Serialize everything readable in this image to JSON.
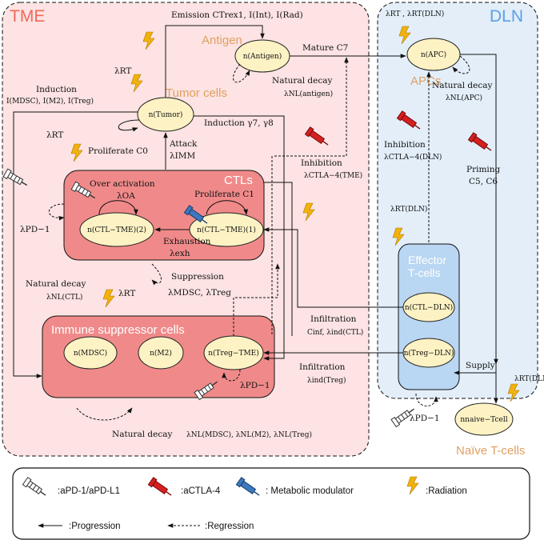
{
  "regions": {
    "tme": "TME",
    "dln": "DLN"
  },
  "labels": {
    "antigen": "Antigen",
    "tumor_cells": "Tumor cells",
    "apcs": "APCs",
    "ctls": "CTLs",
    "immune_suppressor": "Immune suppressor cells",
    "effector_1": "Effector",
    "effector_2": "T-cells",
    "naive": "Naïve T-cells"
  },
  "nodes": {
    "antigen": "n(Antigen)",
    "tumor": "n(Tumor)",
    "apc": "n(APC)",
    "ctl2": "n(CTL−TME)(2)",
    "ctl1": "n(CTL−TME)(1)",
    "mdsc": "n(MDSC)",
    "m2": "n(M2)",
    "treg_tme": "n(Treg−TME)",
    "ctl_dln": "n(CTL−DLN)",
    "treg_dln": "n(Treg−DLN)",
    "naive": "nnaive−Tcell"
  },
  "edges": {
    "emission": "Emission CTrex1, I(Int), I(Rad)",
    "mature": "Mature C7",
    "lambda_rt_top": "λRT",
    "lambda_rt_dln_top": "λRT , λRT(DLN)",
    "natural_decay": "Natural decay",
    "lambda_nl_antigen": "λNL(antigen)",
    "lambda_nl_apc": "λNL(APC)",
    "induction": "Induction",
    "induction_terms": "I(MDSC), I(M2), I(Treg)",
    "induction_gamma": "Induction γ7, γ8",
    "proliferate_c0": "Proliferate C0",
    "attack": "Attack",
    "lambda_imm": "λIMM",
    "inhibition": "Inhibition",
    "lambda_ctla4_tme": "λCTLA−4(TME)",
    "lambda_ctla4_dln": "λCTLA−4(DLN)",
    "lambda_rt_ctl": "λRT",
    "over_activation": "Over activation",
    "lambda_oa": "λOA",
    "proliferate_c1": "Proliferate C1",
    "lambda_pd1": "λPD−1",
    "exhaustion": "Exhaustion",
    "lambda_exh": "λexh",
    "lambda_nl_ctl": "λNL(CTL)",
    "suppression": "Suppression",
    "lambda_supp": "λMDSC, λTreg",
    "lambda_rt_isc": "λRT",
    "priming": "Priming",
    "priming_c": "C5, C6",
    "lambda_rt_dln": "λRT(DLN)",
    "infiltration": "Infiltration",
    "lambda_inf_ctl": "Cinf, λind(CTL)",
    "lambda_ind_treg": "λind(Treg)",
    "supply": "Supply",
    "lambda_rt_naive": "λRT(DLN)",
    "nl_terms": "λNL(MDSC), λNL(M2), λNL(Treg)"
  },
  "legend": {
    "apd1": ":aPD-1/aPD-L1",
    "actla4": ":aCTLA-4",
    "metabolic": ": Metabolic modulator",
    "radiation": ":Radiation",
    "progression": ":Progression",
    "regression": ":Regression"
  },
  "colors": {
    "tme_bg": "#fde3e3",
    "dln_bg": "#e3eef9",
    "ctl_box": "#f08a8a",
    "isc_box": "#f08a8a",
    "effector_box": "#b9d6f2",
    "node_fill": "#fdf2c4",
    "radiation": "#f2b20c",
    "actla4": "#d42020",
    "metabolic": "#3a78c2"
  }
}
